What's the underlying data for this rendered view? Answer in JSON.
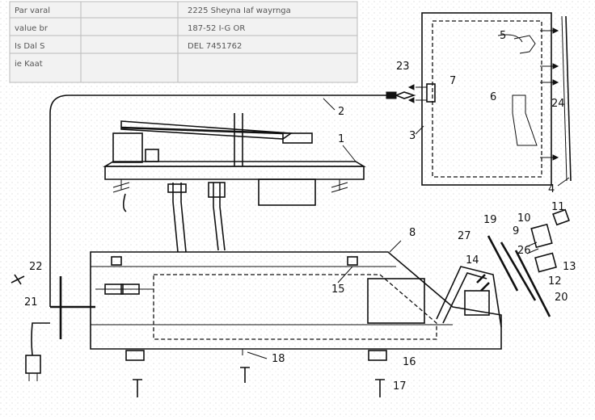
{
  "figure": {
    "labels": [
      {
        "id": "1",
        "text": "1"
      },
      {
        "id": "2",
        "text": "2"
      },
      {
        "id": "3",
        "text": "3"
      },
      {
        "id": "4",
        "text": "4"
      },
      {
        "id": "5",
        "text": "5"
      },
      {
        "id": "6",
        "text": "6"
      },
      {
        "id": "7",
        "text": "7"
      },
      {
        "id": "8",
        "text": "8"
      },
      {
        "id": "9",
        "text": "9"
      },
      {
        "id": "10",
        "text": "10"
      },
      {
        "id": "11",
        "text": "11"
      },
      {
        "id": "12",
        "text": "12"
      },
      {
        "id": "13",
        "text": "13"
      },
      {
        "id": "14",
        "text": "14"
      },
      {
        "id": "15",
        "text": "15"
      },
      {
        "id": "16",
        "text": "16"
      },
      {
        "id": "17",
        "text": "17"
      },
      {
        "id": "18",
        "text": "18"
      },
      {
        "id": "19",
        "text": "19"
      },
      {
        "id": "20",
        "text": "20"
      },
      {
        "id": "21",
        "text": "21"
      },
      {
        "id": "22",
        "text": "22"
      },
      {
        "id": "23",
        "text": "23"
      },
      {
        "id": "24",
        "text": "24"
      },
      {
        "id": "26",
        "text": "26"
      },
      {
        "id": "27",
        "text": "27"
      }
    ]
  },
  "stamp": {
    "rows": [
      {
        "left": "Par varal",
        "right": "2225 Sheyna Iaf wayrnga"
      },
      {
        "left": "value br",
        "right": "187-52 I-G OR"
      },
      {
        "left": "Is Dal S",
        "right": "DEL 7451762"
      },
      {
        "left": "ie Kaat",
        "right": ""
      }
    ]
  }
}
